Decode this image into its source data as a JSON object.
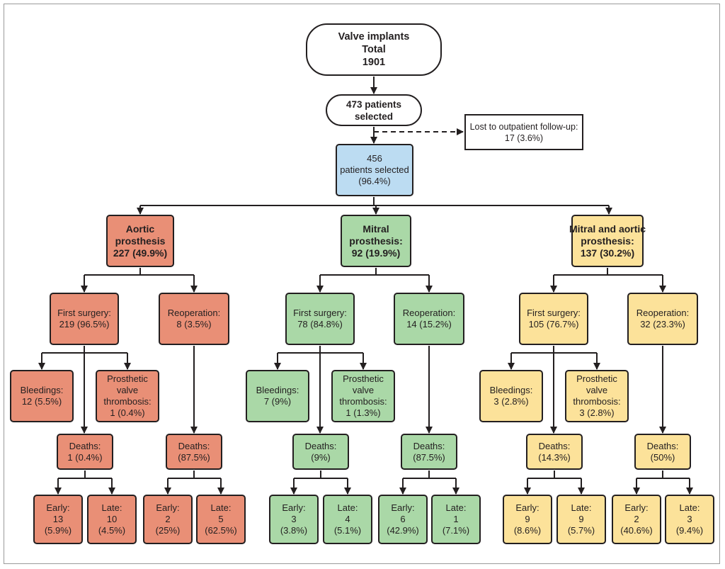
{
  "colors": {
    "blue": "#bcdcf2",
    "aortic": "#e98f76",
    "mitral": "#aad8a7",
    "both": "#fce29a"
  },
  "top": {
    "lines": [
      "Valve implants",
      "Total",
      "1901"
    ]
  },
  "selected": {
    "lines": [
      "473 patients",
      "selected"
    ]
  },
  "lost": {
    "lines": [
      "Lost to outpatient follow-up:",
      "17 (3.6%)"
    ]
  },
  "included": {
    "lines": [
      "456",
      "patients selected",
      "(96.4%)"
    ]
  },
  "groups": {
    "aortic": {
      "header": [
        "Aortic",
        "prosthesis",
        "227 (49.9%)"
      ],
      "first": [
        "First surgery:",
        "219 (96.5%)"
      ],
      "reop": [
        "Reoperation:",
        "8 (3.5%)"
      ],
      "bleed": [
        "Bleedings:",
        "12 (5.5%)"
      ],
      "thromb": [
        "Prosthetic",
        "valve",
        "thrombosis:",
        "1 (0.4%)"
      ],
      "deaths1": [
        "Deaths:",
        "1 (0.4%)"
      ],
      "deaths2": [
        "Deaths:",
        "(87.5%)"
      ],
      "early1": [
        "Early:",
        "13",
        "(5.9%)"
      ],
      "late1": [
        "Late:",
        "10",
        "(4.5%)"
      ],
      "early2": [
        "Early:",
        "2",
        "(25%)"
      ],
      "late2": [
        "Late:",
        "5",
        "(62.5%)"
      ]
    },
    "mitral": {
      "header": [
        "Mitral",
        "prosthesis:",
        "92 (19.9%)"
      ],
      "first": [
        "First surgery:",
        "78 (84.8%)"
      ],
      "reop": [
        "Reoperation:",
        "14 (15.2%)"
      ],
      "bleed": [
        "Bleedings:",
        "7 (9%)"
      ],
      "thromb": [
        "Prosthetic",
        "valve",
        "thrombosis:",
        "1 (1.3%)"
      ],
      "deaths1": [
        "Deaths:",
        "(9%)"
      ],
      "deaths2": [
        "Deaths:",
        "(87.5%)"
      ],
      "early1": [
        "Early:",
        "3",
        "(3.8%)"
      ],
      "late1": [
        "Late:",
        "4",
        "(5.1%)"
      ],
      "early2": [
        "Early:",
        "6",
        "(42.9%)"
      ],
      "late2": [
        "Late:",
        "1",
        "(7.1%)"
      ]
    },
    "both": {
      "header": [
        "Mitral and aortic",
        "prosthesis:",
        "137 (30.2%)"
      ],
      "first": [
        "First surgery:",
        "105 (76.7%)"
      ],
      "reop": [
        "Reoperation:",
        "32 (23.3%)"
      ],
      "bleed": [
        "Bleedings:",
        "3 (2.8%)"
      ],
      "thromb": [
        "Prosthetic",
        "valve",
        "thrombosis:",
        "3 (2.8%)"
      ],
      "deaths1": [
        "Deaths:",
        "(14.3%)"
      ],
      "deaths2": [
        "Deaths:",
        "(50%)"
      ],
      "early1": [
        "Early:",
        "9",
        "(8.6%)"
      ],
      "late1": [
        "Late:",
        "9",
        "(5.7%)"
      ],
      "early2": [
        "Early:",
        "2",
        "(40.6%)"
      ],
      "late2": [
        "Late:",
        "3",
        "(9.4%)"
      ]
    }
  }
}
